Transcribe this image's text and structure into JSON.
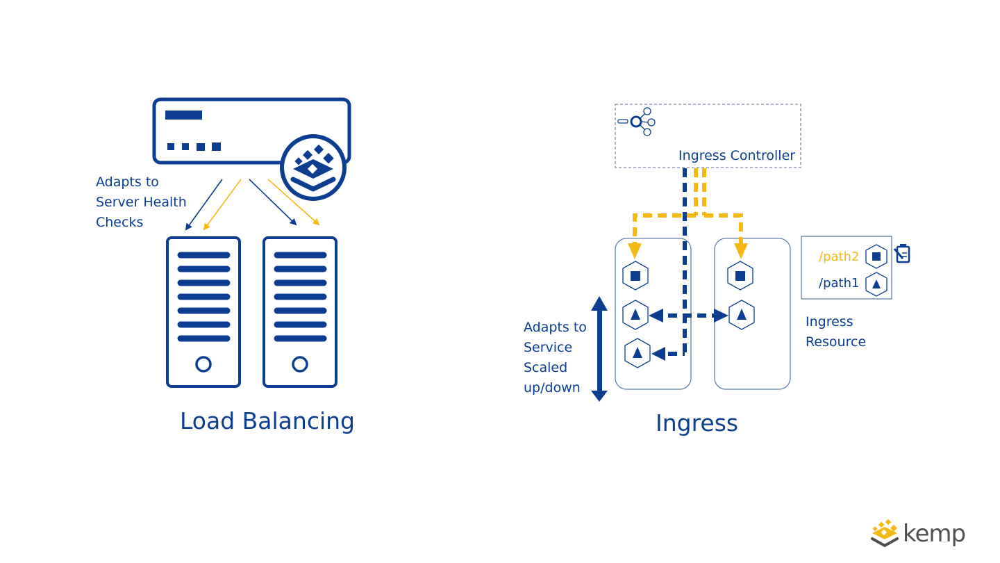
{
  "colors": {
    "primary": "#0b3d91",
    "accent": "#f5b915",
    "muted_border": "#5f7fa8",
    "logo_text": "#505050"
  },
  "left_panel": {
    "title": "Load Balancing",
    "caption_lines": [
      "Adapts to",
      "Server Health",
      "Checks"
    ],
    "icons": [
      "load-balancer-appliance-icon",
      "kemp-stack-badge-icon",
      "server-tower-icon",
      "server-tower-icon"
    ]
  },
  "right_panel": {
    "title": "Ingress",
    "controller_label": "Ingress Controller",
    "controller_icon": "ingress-hub-icon",
    "scale_caption_lines": [
      "Adapts to",
      "Service",
      "Scaled",
      "up/down"
    ],
    "resource": {
      "label_lines": [
        "Ingress",
        "Resource"
      ],
      "icon": "clipboard-edit-icon",
      "paths": [
        {
          "label": "/path2",
          "service_icon": "square-service-icon",
          "color": "#f5b915"
        },
        {
          "label": "/path1",
          "service_icon": "triangle-service-icon",
          "color": "#0b3d91"
        }
      ]
    },
    "nodes": [
      {
        "pods": [
          "square-service-icon",
          "triangle-service-icon",
          "triangle-service-icon"
        ]
      },
      {
        "pods": [
          "square-service-icon",
          "triangle-service-icon"
        ]
      }
    ]
  },
  "logo": {
    "text": "kemp",
    "icon": "kemp-logo-icon"
  }
}
